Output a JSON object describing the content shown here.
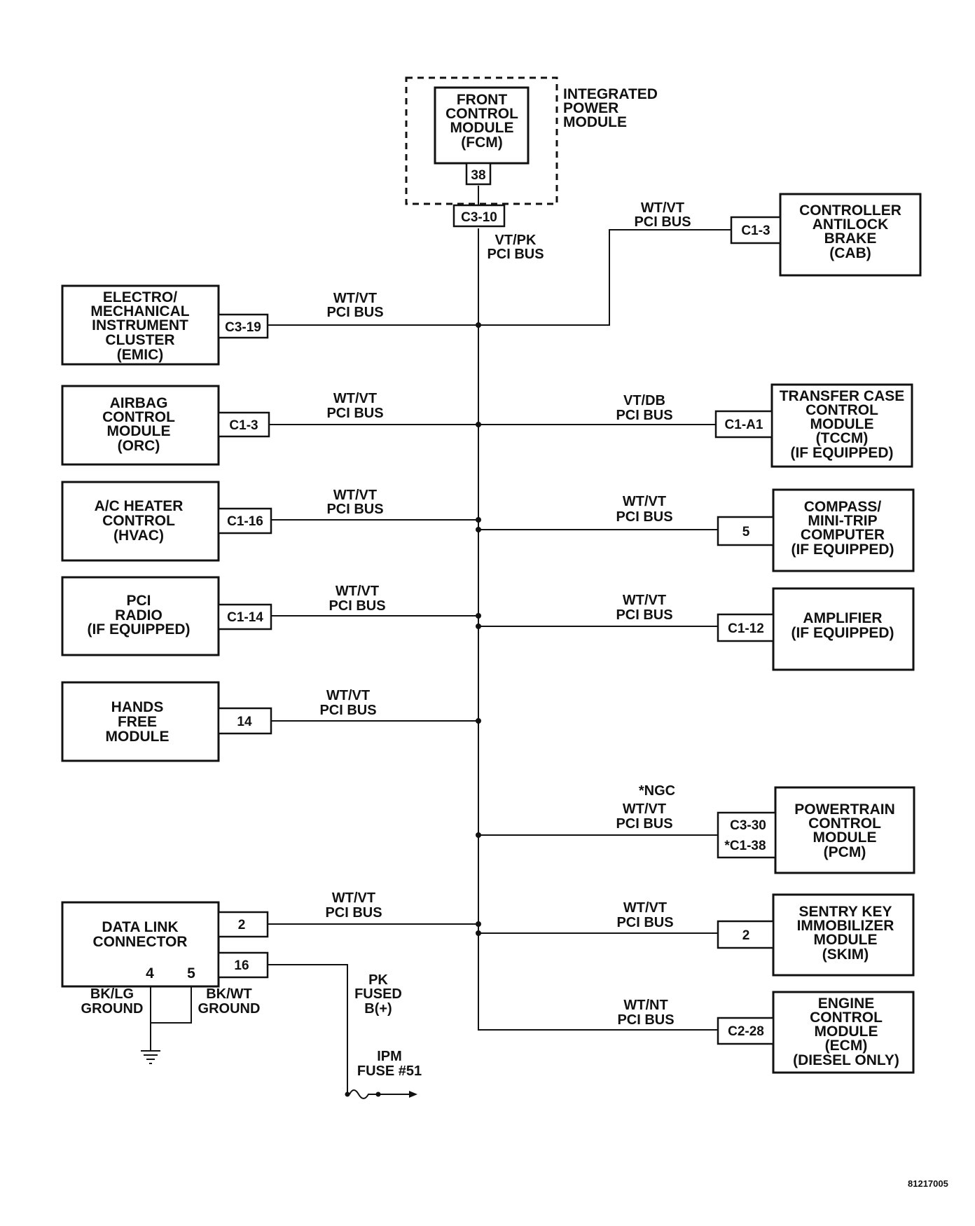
{
  "ipm": {
    "label": [
      "INTEGRATED",
      "POWER",
      "MODULE"
    ]
  },
  "fcm": {
    "label": [
      "FRONT",
      "CONTROL",
      "MODULE",
      "(FCM)"
    ],
    "pin": "38",
    "connector": "C3-10",
    "wire": [
      "VT/PK",
      "PCI BUS"
    ]
  },
  "left_modules": [
    {
      "id": "emic",
      "label": [
        "ELECTRO/",
        "MECHANICAL",
        "INSTRUMENT",
        "CLUSTER",
        "(EMIC)"
      ],
      "pin": "C3-19",
      "wire": [
        "WT/VT",
        "PCI BUS"
      ]
    },
    {
      "id": "orc",
      "label": [
        "AIRBAG",
        "CONTROL",
        "MODULE",
        "(ORC)"
      ],
      "pin": "C1-3",
      "wire": [
        "WT/VT",
        "PCI BUS"
      ]
    },
    {
      "id": "hvac",
      "label": [
        "A/C HEATER",
        "CONTROL",
        "(HVAC)"
      ],
      "pin": "C1-16",
      "wire": [
        "WT/VT",
        "PCI BUS"
      ]
    },
    {
      "id": "radio",
      "label": [
        "PCI",
        "RADIO",
        "(IF EQUIPPED)"
      ],
      "pin": "C1-14",
      "wire": [
        "WT/VT",
        "PCI BUS"
      ]
    },
    {
      "id": "hfm",
      "label": [
        "HANDS",
        "FREE",
        "MODULE"
      ],
      "pin": "14",
      "wire": [
        "WT/VT",
        "PCI BUS"
      ]
    }
  ],
  "right_modules": [
    {
      "id": "cab",
      "label": [
        "CONTROLLER",
        "ANTILOCK",
        "BRAKE",
        "(CAB)"
      ],
      "pin": "C1-3",
      "wire": [
        "WT/VT",
        "PCI BUS"
      ]
    },
    {
      "id": "tccm",
      "label": [
        "TRANSFER CASE",
        "CONTROL",
        "MODULE",
        "(TCCM)",
        "(IF EQUIPPED)"
      ],
      "pin": "C1-A1",
      "wire": [
        "VT/DB",
        "PCI BUS"
      ]
    },
    {
      "id": "compass",
      "label": [
        "COMPASS/",
        "MINI-TRIP",
        "COMPUTER",
        "(IF EQUIPPED)"
      ],
      "pin": "5",
      "wire": [
        "WT/VT",
        "PCI BUS"
      ]
    },
    {
      "id": "amp",
      "label": [
        "AMPLIFIER",
        "(IF EQUIPPED)"
      ],
      "pin": "C1-12",
      "wire": [
        "WT/VT",
        "PCI BUS"
      ]
    },
    {
      "id": "pcm",
      "label": [
        "POWERTRAIN",
        "CONTROL",
        "MODULE",
        "(PCM)"
      ],
      "pins": [
        "C3-30",
        "*C1-38"
      ],
      "note": "*NGC",
      "wire": [
        "WT/VT",
        "PCI BUS"
      ]
    },
    {
      "id": "skim",
      "label": [
        "SENTRY KEY",
        "IMMOBILIZER",
        "MODULE",
        "(SKIM)"
      ],
      "pin": "2",
      "wire": [
        "WT/VT",
        "PCI BUS"
      ]
    },
    {
      "id": "ecm",
      "label": [
        "ENGINE",
        "CONTROL",
        "MODULE",
        "(ECM)",
        "(DIESEL ONLY)"
      ],
      "pin": "C2-28",
      "wire": [
        "WT/NT",
        "PCI BUS"
      ]
    }
  ],
  "dlc": {
    "label": [
      "DATA LINK",
      "CONNECTOR"
    ],
    "pin_bus": "2",
    "pin_power": "16",
    "bus_wire": [
      "WT/VT",
      "PCI BUS"
    ],
    "gnd_pin_a": "4",
    "gnd_pin_b": "5",
    "ground_a": [
      "BK/LG",
      "GROUND"
    ],
    "ground_b": [
      "BK/WT",
      "GROUND"
    ],
    "power_wire": [
      "PK",
      "FUSED",
      "B(+)"
    ],
    "fuse": [
      "IPM",
      "FUSE #51"
    ]
  },
  "figure_id": "81217005"
}
